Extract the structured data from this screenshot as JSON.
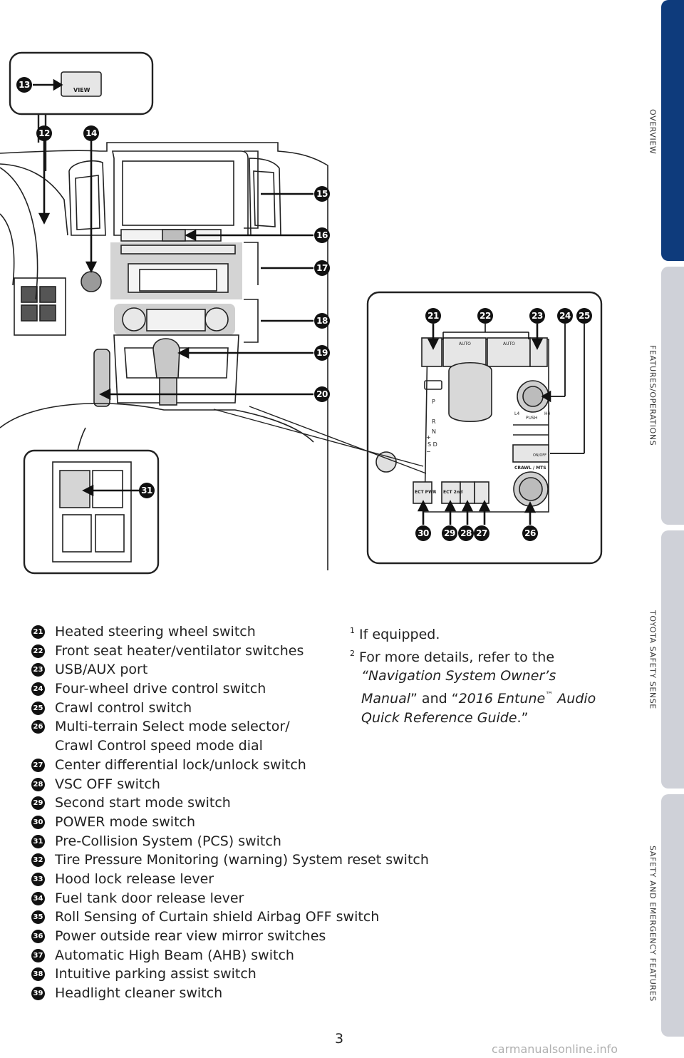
{
  "side_tabs": [
    {
      "label": "OVERVIEW",
      "active": true
    },
    {
      "label": "FEATURES/OPERATIONS",
      "active": false
    },
    {
      "label": "TOYOTA SAFETY SENSE",
      "active": false
    },
    {
      "label": "SAFETY AND EMERGENCY FEATURES",
      "active": false
    }
  ],
  "callouts": [
    "13",
    "12",
    "14",
    "15",
    "16",
    "17",
    "18",
    "19",
    "20",
    "21",
    "22",
    "23",
    "24",
    "25",
    "26",
    "27",
    "28",
    "29",
    "30",
    "31"
  ],
  "panel_labels": {
    "view": "VIEW",
    "auto1": "AUTO",
    "auto2": "AUTO",
    "p": "P",
    "r": "R",
    "n": "N",
    "sd": "S D",
    "plus": "+",
    "minus": "−",
    "l4": "L4",
    "h4": "H4",
    "push": "PUSH",
    "crawl": "CRAWL / MTS",
    "ect_pwr": "ECT PWR",
    "ect_2nd": "ECT 2nd",
    "diff": "ON/OFF"
  },
  "legend": [
    {
      "num": "21",
      "text": "Heated steering wheel switch"
    },
    {
      "num": "22",
      "text": "Front seat heater/ventilator switches"
    },
    {
      "num": "23",
      "text": "USB/AUX port"
    },
    {
      "num": "24",
      "text": "Four-wheel drive control switch"
    },
    {
      "num": "25",
      "text": "Crawl control switch"
    },
    {
      "num": "26",
      "text": "Multi-terrain Select mode selector/"
    },
    {
      "num": "",
      "text": "Crawl Control speed mode dial"
    },
    {
      "num": "27",
      "text": "Center differential lock/unlock switch"
    },
    {
      "num": "28",
      "text": "VSC OFF switch"
    },
    {
      "num": "29",
      "text": "Second start mode switch"
    },
    {
      "num": "30",
      "text": "POWER mode switch"
    },
    {
      "num": "31",
      "text": "Pre-Collision System (PCS) switch"
    },
    {
      "num": "32",
      "text": "Tire Pressure Monitoring (warning) System reset switch"
    },
    {
      "num": "33",
      "text": "Hood lock release lever"
    },
    {
      "num": "34",
      "text": "Fuel tank door release lever"
    },
    {
      "num": "35",
      "text": "Roll Sensing of Curtain shield Airbag OFF switch"
    },
    {
      "num": "36",
      "text": "Power outside rear view mirror switches"
    },
    {
      "num": "37",
      "text": "Automatic High Beam (AHB) switch"
    },
    {
      "num": "38",
      "text": "Intuitive parking assist switch"
    },
    {
      "num": "39",
      "text": "Headlight cleaner switch"
    }
  ],
  "notes": {
    "n1_sup": "1",
    "n1": "If equipped.",
    "n2_sup": "2",
    "n2a": "For more details, refer to the",
    "n2b": "“Navigation System Owner’s",
    "n2c_i": "Manual",
    "n2c_a": "” and “",
    "n2c_b": "2016 Entune",
    "n2c_tm": "™",
    "n2c_c": " Audio",
    "n2d_i": "Quick Reference Guide",
    "n2d_e": ".”"
  },
  "page_number": "3",
  "watermark": "carmanualsonline.info"
}
